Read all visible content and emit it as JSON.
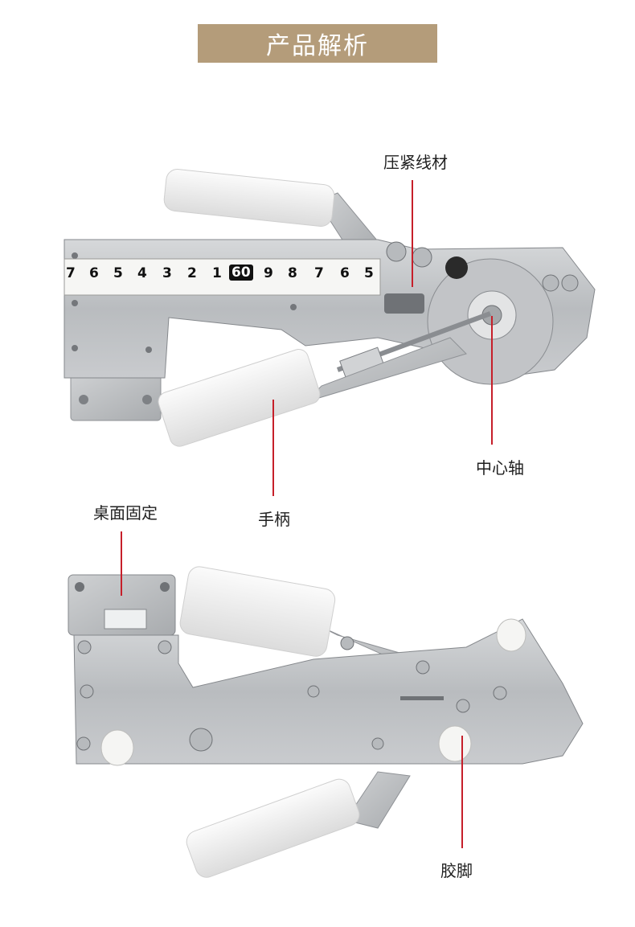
{
  "title": "产品解析",
  "callouts": {
    "clamp_wire": "压紧线材",
    "center_shaft": "中心轴",
    "handle": "手柄",
    "table_mount": "桌面固定",
    "rubber_foot": "胶脚"
  },
  "ruler": {
    "left_digits": [
      "7",
      "6",
      "5",
      "4",
      "3",
      "2",
      "1"
    ],
    "center_digit": "60",
    "right_digits": [
      "9",
      "8",
      "7",
      "6",
      "5"
    ]
  },
  "colors": {
    "banner": "#b49c7a",
    "leader_line": "#c61f2a"
  }
}
